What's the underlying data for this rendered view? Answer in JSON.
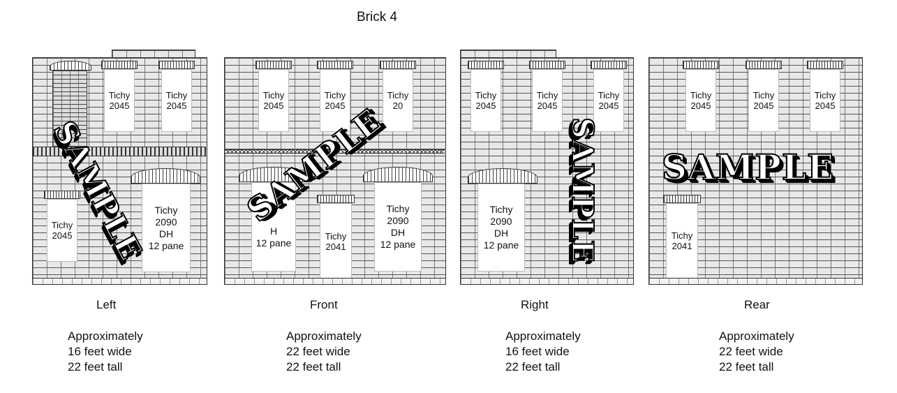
{
  "title": "Brick 4",
  "watermark": "SAMPLE",
  "window_2045": [
    "Tichy",
    "2045"
  ],
  "window_2090": [
    "Tichy",
    "2090",
    "DH",
    "12 pane"
  ],
  "door_2041": [
    "Tichy",
    "2041"
  ],
  "front_partial_2090": [
    "H",
    "12 pane"
  ],
  "front_partial_2045": [
    "Tichy",
    "20"
  ],
  "elevations": [
    {
      "caption": "Left",
      "dims": [
        "Approximately",
        "16 feet wide",
        "22 feet tall"
      ]
    },
    {
      "caption": "Front",
      "dims": [
        "Approximately",
        "22 feet wide",
        "22 feet tall"
      ]
    },
    {
      "caption": "Right",
      "dims": [
        "Approximately",
        "16 feet wide",
        "22 feet tall"
      ]
    },
    {
      "caption": "Rear",
      "dims": [
        "Approximately",
        "22 feet wide",
        "22 feet tall"
      ]
    }
  ]
}
